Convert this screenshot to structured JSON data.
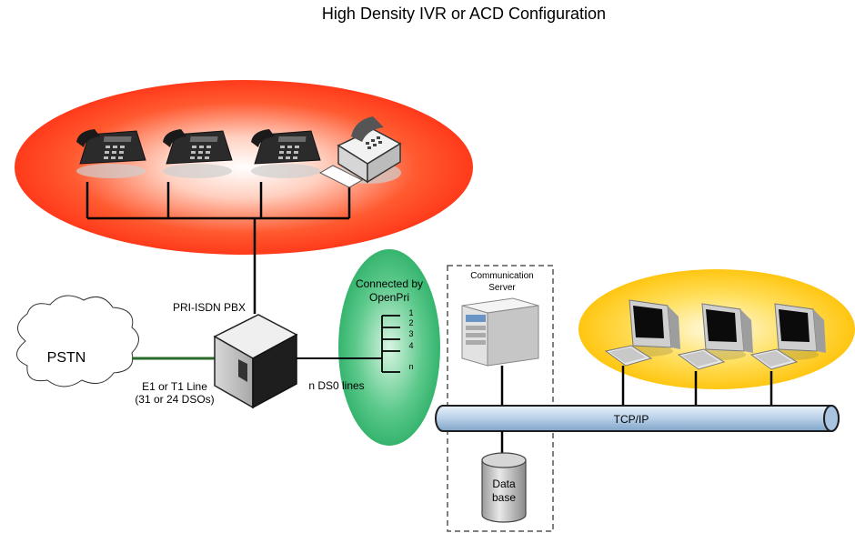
{
  "title": "High Density IVR or ACD Configuration",
  "nodes": {
    "pstn": "PSTN",
    "pbx": "PRI-ISDN PBX",
    "openpri": [
      "Connected by",
      "OpenPri"
    ],
    "server": [
      "Communication",
      "Server"
    ],
    "database": [
      "Data",
      "base"
    ],
    "network": "TCP/IP"
  },
  "links": {
    "trunk": [
      "E1 or T1 Line",
      "(31 or 24 DSOs)"
    ],
    "ds0": "n DS0 lines",
    "channels": [
      "1",
      "2",
      "3",
      "4",
      "n"
    ]
  },
  "colors": {
    "phone_zone": "#ff3a1a",
    "openpri_zone": "#2bb56a",
    "workstation_zone": "#ffc80a",
    "tcpip_bus": "#b8d0e8",
    "trunk_line": "#2a6b2a"
  },
  "icons": {
    "phones": [
      "desk-phone-icon",
      "desk-phone-icon",
      "desk-phone-icon",
      "fax-machine-icon"
    ],
    "workstations": [
      "computer-icon",
      "computer-icon",
      "computer-icon"
    ]
  }
}
